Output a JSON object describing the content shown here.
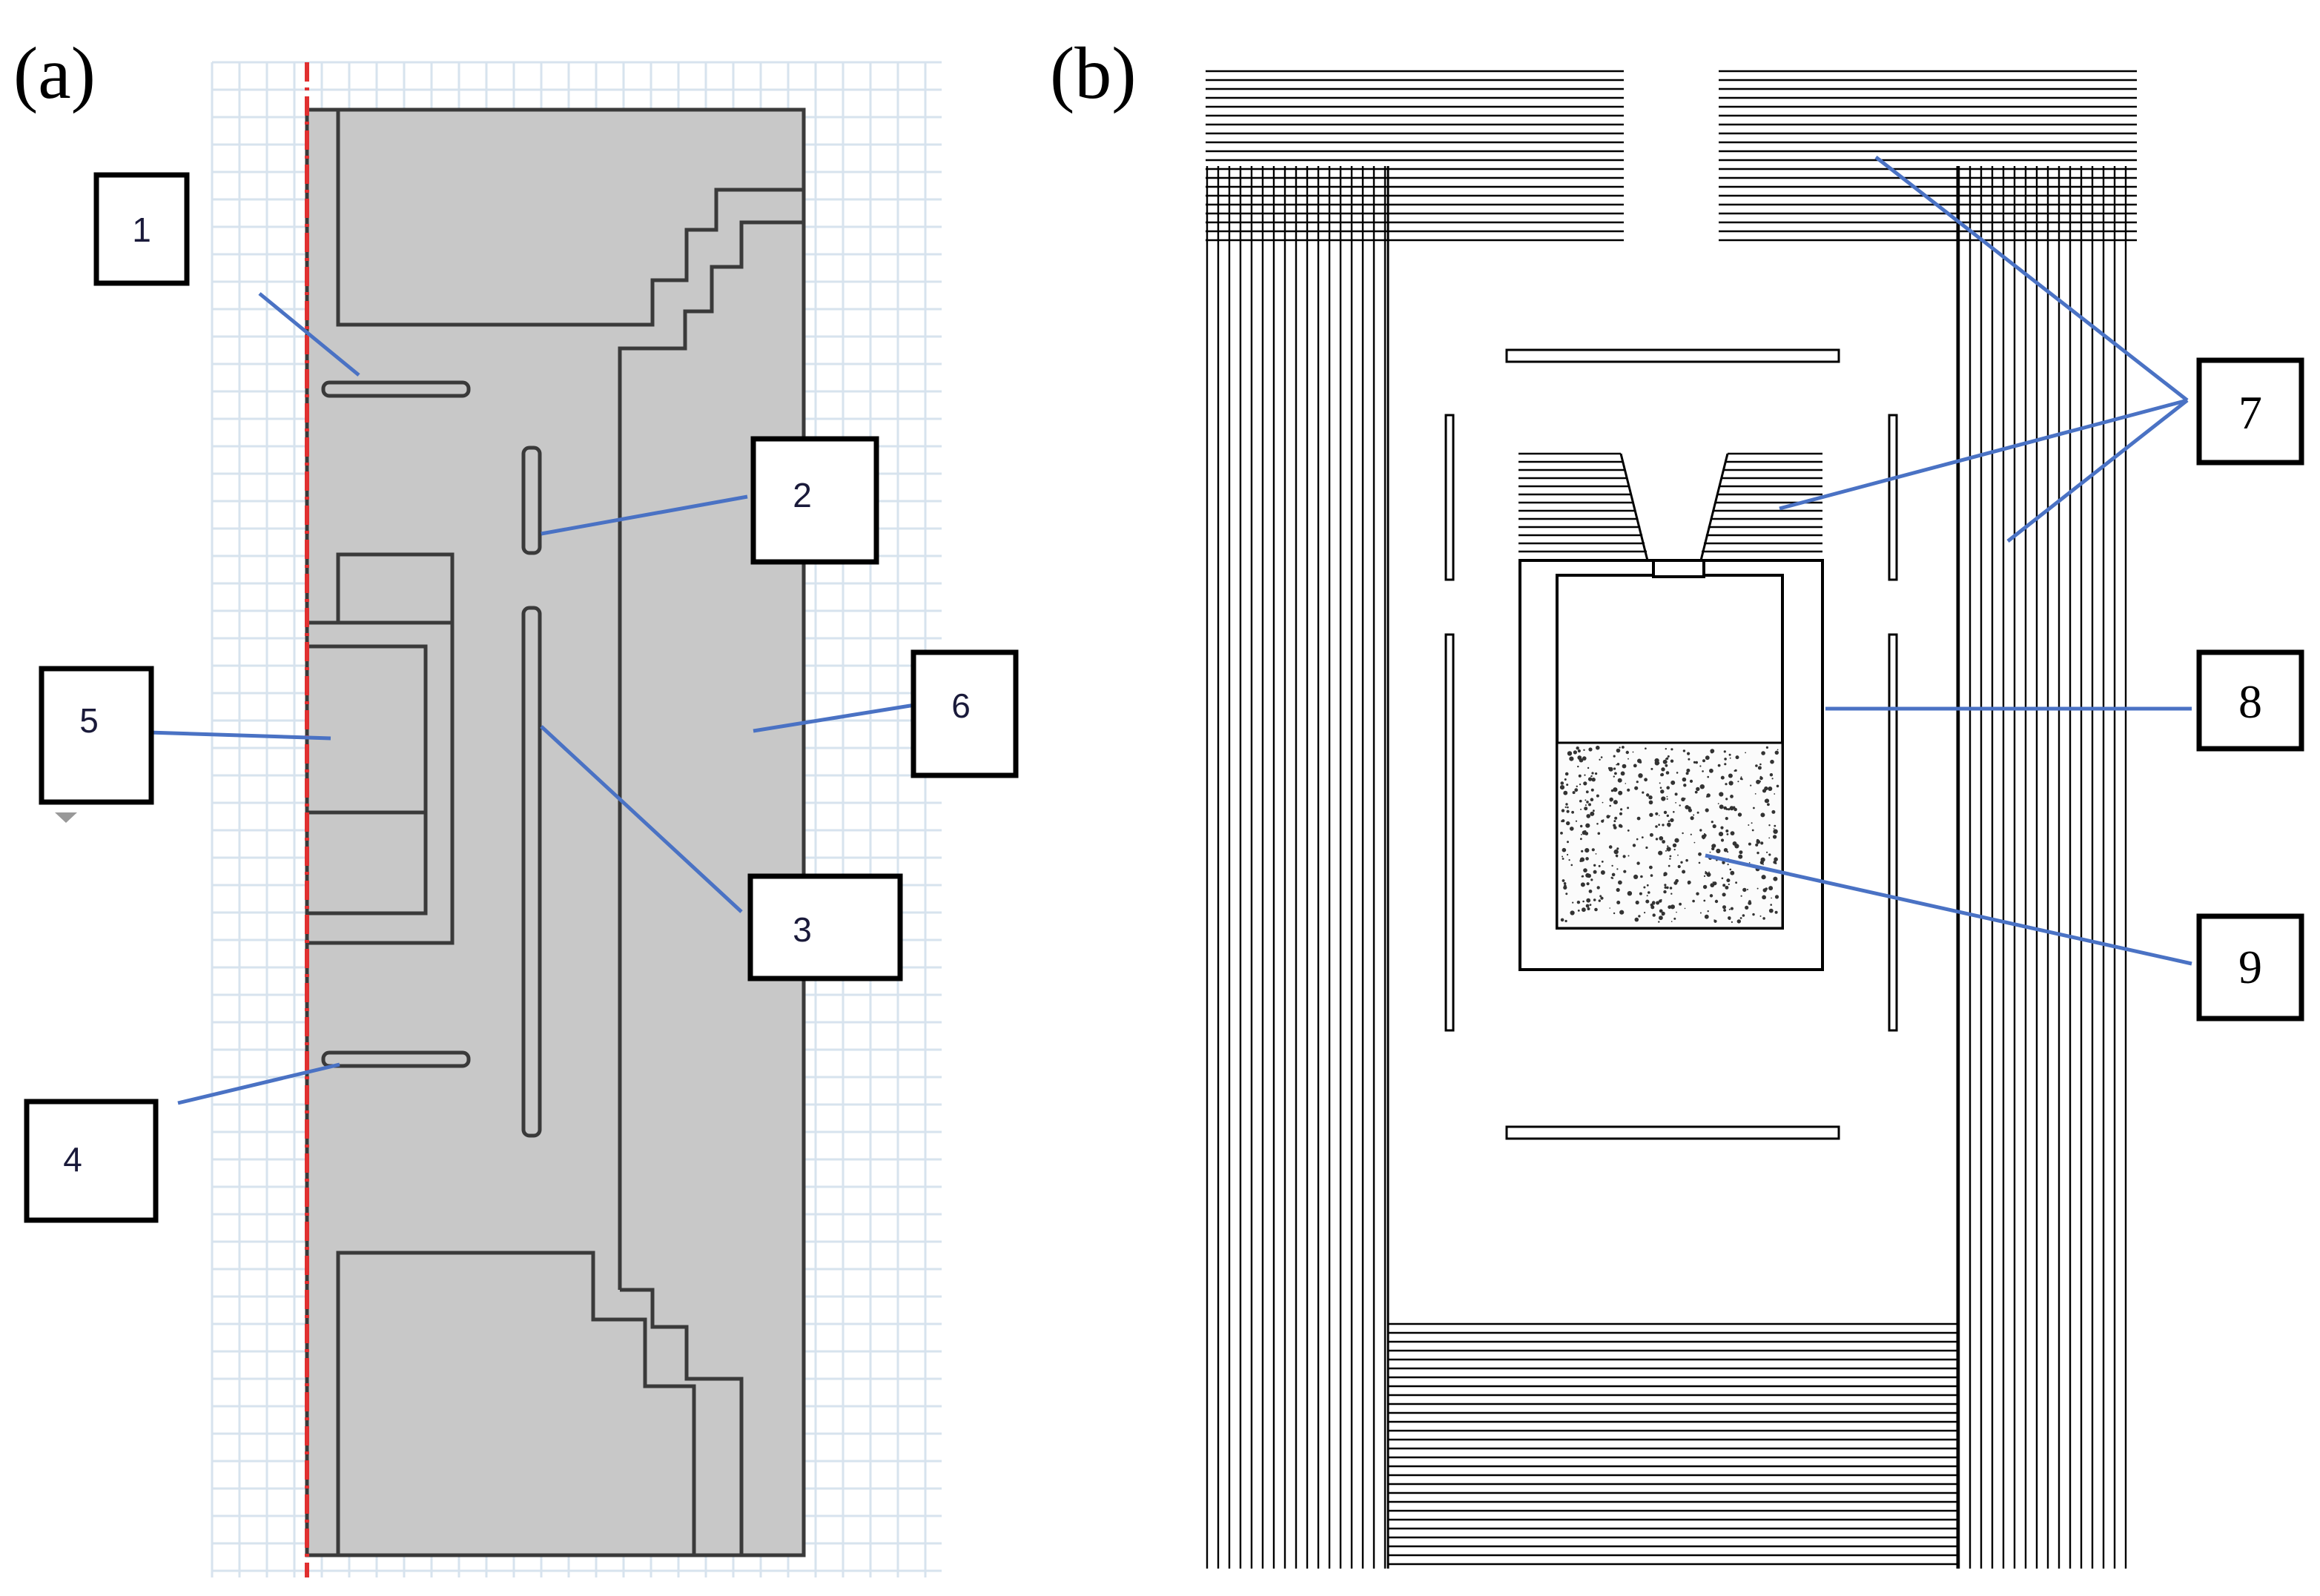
{
  "figure": {
    "panel_a": {
      "label": "(a)",
      "callouts": [
        {
          "id": "1",
          "text": "1"
        },
        {
          "id": "2",
          "text": "2"
        },
        {
          "id": "3",
          "text": "3"
        },
        {
          "id": "4",
          "text": "4"
        },
        {
          "id": "5",
          "text": "5"
        },
        {
          "id": "6",
          "text": "6"
        }
      ]
    },
    "panel_b": {
      "label": "(b)",
      "callouts": [
        {
          "id": "7",
          "text": "7"
        },
        {
          "id": "8",
          "text": "8"
        },
        {
          "id": "9",
          "text": "9"
        }
      ]
    }
  },
  "colors": {
    "fill_gray": "#c8c8c8",
    "outline": "#3a3a3a",
    "grid": "#d7e3ee",
    "axis_red": "#e03030",
    "leader_blue": "#4a72c4"
  }
}
